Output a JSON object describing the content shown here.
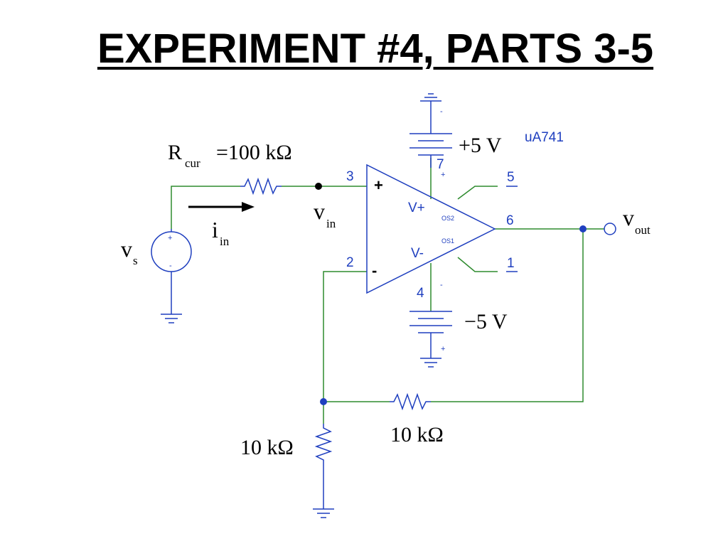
{
  "title": "EXPERIMENT #4, PARTS 3-5",
  "colors": {
    "wire": "#2e8b2e",
    "component": "#1f3fbf",
    "pin_label": "#1f3fbf",
    "text": "#000000"
  },
  "labels": {
    "rcur_main": "R",
    "rcur_sub": "cur",
    "rcur_value": "=100 kΩ",
    "iin_main": "i",
    "iin_sub": "in",
    "vs_main": "v",
    "vs_sub": "s",
    "vin_main": "v",
    "vin_sub": "in",
    "vout_main": "v",
    "vout_sub": "out",
    "vpos_supply": "+5 V",
    "vneg_supply": "−5 V",
    "opamp_model": "uA741",
    "rf_value": "10 kΩ",
    "rg_value": "10 kΩ"
  },
  "opamp": {
    "pin_noninv": "3",
    "pin_inv": "2",
    "pin_vpos": "7",
    "pin_vneg": "4",
    "pin_out": "6",
    "pin_os2": "5",
    "pin_os1": "1",
    "sign_noninv": "+",
    "sign_inv": "-",
    "label_vpos": "V+",
    "label_vneg": "V-",
    "label_os2": "OS2",
    "label_os1": "OS1"
  },
  "small_marks": {
    "plus": "+",
    "minus": "-"
  }
}
